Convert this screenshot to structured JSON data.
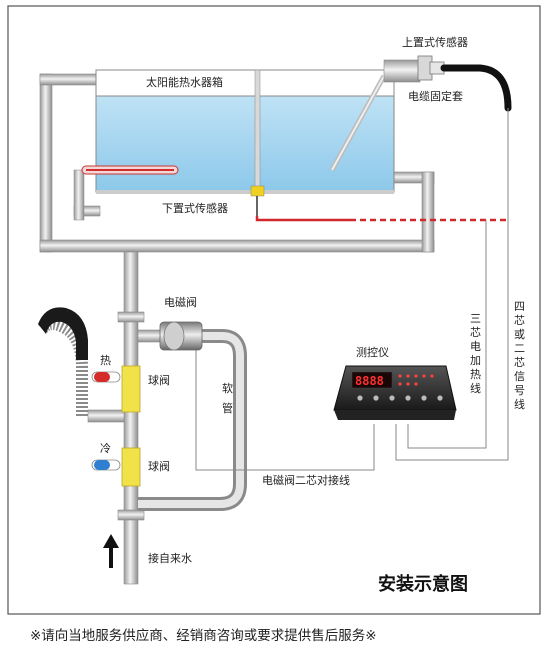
{
  "labels": {
    "tank": "太阳能热水器箱",
    "top_sensor": "上置式传感器",
    "cable_clamp": "电缆固定套",
    "bottom_sensor": "下置式传感器",
    "solenoid_valve": "电磁阀",
    "hot": "热",
    "cold": "冷",
    "ball_valve_hot": "球阀",
    "ball_valve_cold": "球阀",
    "soft_pipe": [
      "软",
      "管"
    ],
    "controller": "测控仪",
    "heating_wire": [
      "三",
      "芯",
      "电",
      "加",
      "热",
      "线"
    ],
    "signal_wire": [
      "四",
      "芯",
      "或",
      "二",
      "芯",
      "信",
      "号",
      "线"
    ],
    "solenoid_wire": "电磁阀二芯对接线",
    "water_inlet": "接自来水"
  },
  "title": "安装示意图",
  "footer": "※请向当地服务供应商、经销商咨询或要求提供售后服务※",
  "display": {
    "digits": "8888"
  },
  "colors": {
    "water": "#a6d4ee",
    "pipe": "#c9c9c9",
    "heater_wire": "#d0282c",
    "valve": "#f2e24a",
    "hot_handle": "#d42b2b",
    "cold_handle": "#2f7fd1",
    "controller_body": "#2c2c2c"
  }
}
